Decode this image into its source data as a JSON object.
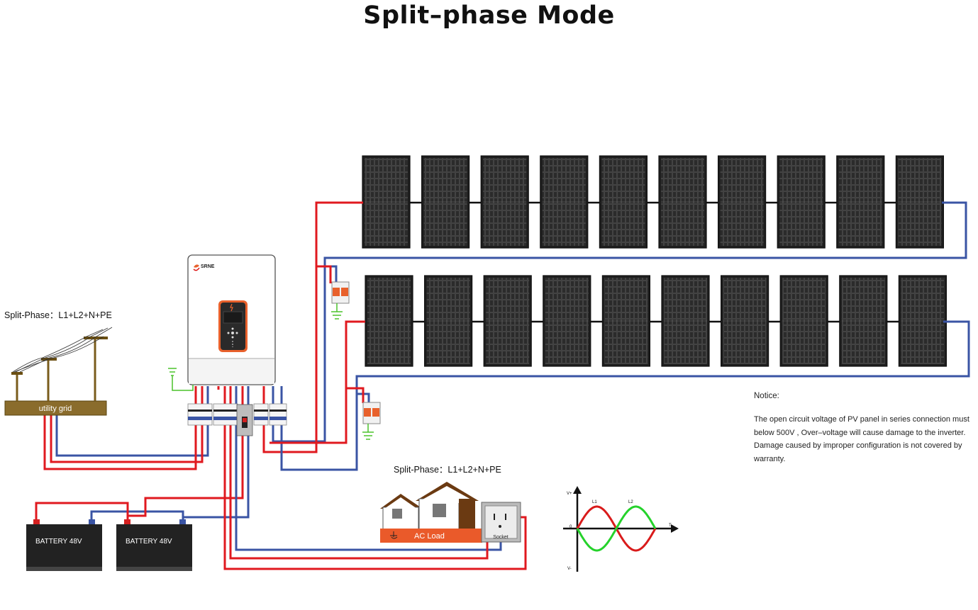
{
  "title": "Split–phase Mode",
  "grid": {
    "phase_label": "Split-Phase：L1+L2+N+PE",
    "plate_label": "utility grid"
  },
  "inverter": {
    "brand": "SRNE"
  },
  "batteries": [
    {
      "label": "BATTERY 48V"
    },
    {
      "label": "BATTERY 48V"
    }
  ],
  "load": {
    "phase_label": "Split-Phase：L1+L2+N+PE",
    "ac_load_label": "AC Load",
    "socket_label": "Socket"
  },
  "notice": {
    "heading": "Notice:",
    "body": "The open circuit voltage of PV panel in series connection must below 500V , Over–voltage will cause damage to the inverter. Damage caused by improper configuration is not covered by warranty."
  },
  "waveform": {
    "v_plus": "V+",
    "v_minus": "V-",
    "zero": "0",
    "t": "T",
    "l1": "L1",
    "l2": "L2"
  },
  "pv_strings": [
    {
      "panel_count": 10
    },
    {
      "panel_count": 10
    }
  ],
  "colors": {
    "positive_wire": "#e0191f",
    "negative_wire": "#3a54a4",
    "panel": "#2e2e2e",
    "spd": "#e8612c",
    "l1_wave": "#d91b1b",
    "l2_wave": "#25d22b",
    "ground": "#4ac22a",
    "grid_plate": "#8a6c2c",
    "ac_load": "#ea5a2a"
  }
}
